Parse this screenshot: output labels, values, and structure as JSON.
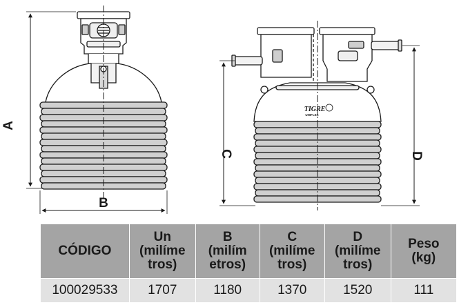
{
  "drawing": {
    "dimension_labels": {
      "a": "A",
      "b": "B",
      "c": "C",
      "d": "D"
    },
    "brand_logo": {
      "name": "Tigre",
      "text": "TIGRE",
      "subtext": "UNIFLEX"
    }
  },
  "table": {
    "headers": [
      [
        "CÓDIGO"
      ],
      [
        "Un",
        "(milíme",
        "tros)"
      ],
      [
        "B",
        "(milím",
        "etros)"
      ],
      [
        "C",
        "(milíme",
        "tros)"
      ],
      [
        "D",
        "(milíme",
        "tros)"
      ],
      [
        "Peso",
        "(kg)"
      ]
    ],
    "rows": [
      [
        "100029533",
        "1707",
        "1180",
        "1370",
        "1520",
        "111"
      ]
    ]
  },
  "colors": {
    "header_bg": "#a4a4a4",
    "row_bg": "#e2e2e2",
    "line": "#1a1a1a"
  }
}
